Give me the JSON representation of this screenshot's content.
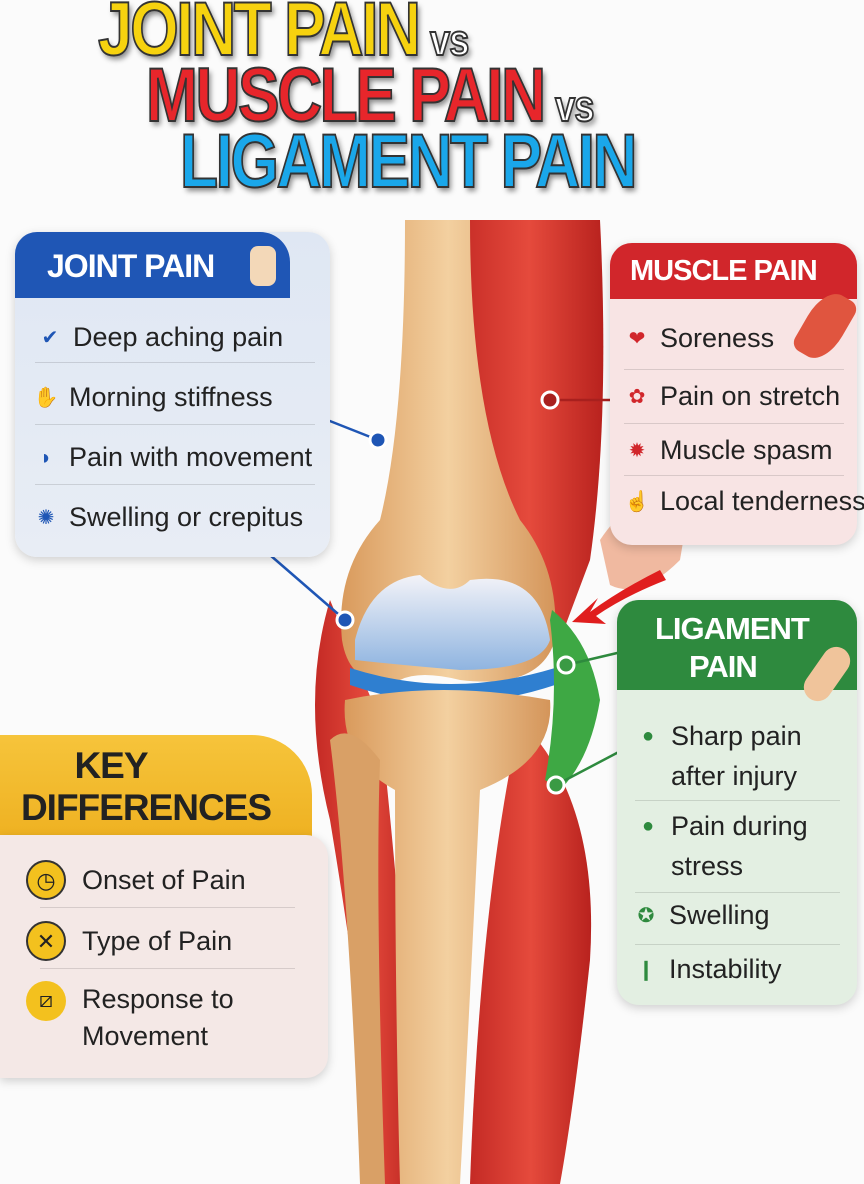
{
  "title": {
    "line1": "JOINT PAIN",
    "line2": "MUSCLE PAIN",
    "line3": "LIGAMENT PAIN",
    "vs": "vs"
  },
  "colors": {
    "joint": "#1f56b5",
    "muscle": "#d1262b",
    "ligament": "#2e8a3e",
    "key": "#f3b928"
  },
  "joint": {
    "header": "JOINT PAIN",
    "items": [
      {
        "icon": "check-circle-icon",
        "label": "Deep aching pain"
      },
      {
        "icon": "hand-icon",
        "label": "Morning stiffness"
      },
      {
        "icon": "knee-movement-icon",
        "label": "Pain with movement"
      },
      {
        "icon": "swelling-icon",
        "label": "Swelling or crepitus"
      }
    ]
  },
  "muscle": {
    "header": "MUSCLE PAIN",
    "items": [
      {
        "icon": "heart-check-icon",
        "label": "Soreness"
      },
      {
        "icon": "paw-icon",
        "label": "Pain on stretch"
      },
      {
        "icon": "spasm-icon",
        "label": "Muscle spasm"
      },
      {
        "icon": "tenderness-icon",
        "label": "Local tenderness"
      }
    ]
  },
  "ligament": {
    "header1": "LIGAMENT",
    "header2": "PAIN",
    "items": [
      {
        "icon": "dot-icon",
        "line1": "Sharp pain",
        "line2": "after injury"
      },
      {
        "icon": "dot-icon",
        "line1": "Pain during",
        "line2": "stress"
      },
      {
        "icon": "swelling-icon",
        "line1": "Swelling"
      },
      {
        "icon": "instability-icon",
        "line1": "Instability"
      }
    ]
  },
  "key": {
    "header1": "KEY",
    "header2": "DIFFERENCES",
    "items": [
      {
        "icon": "clock-icon",
        "line1": "Onset of Pain"
      },
      {
        "icon": "pain-type-icon",
        "line1": "Type of Pain"
      },
      {
        "icon": "movement-icon",
        "line1": "Response to",
        "line2": "Movement"
      }
    ]
  }
}
